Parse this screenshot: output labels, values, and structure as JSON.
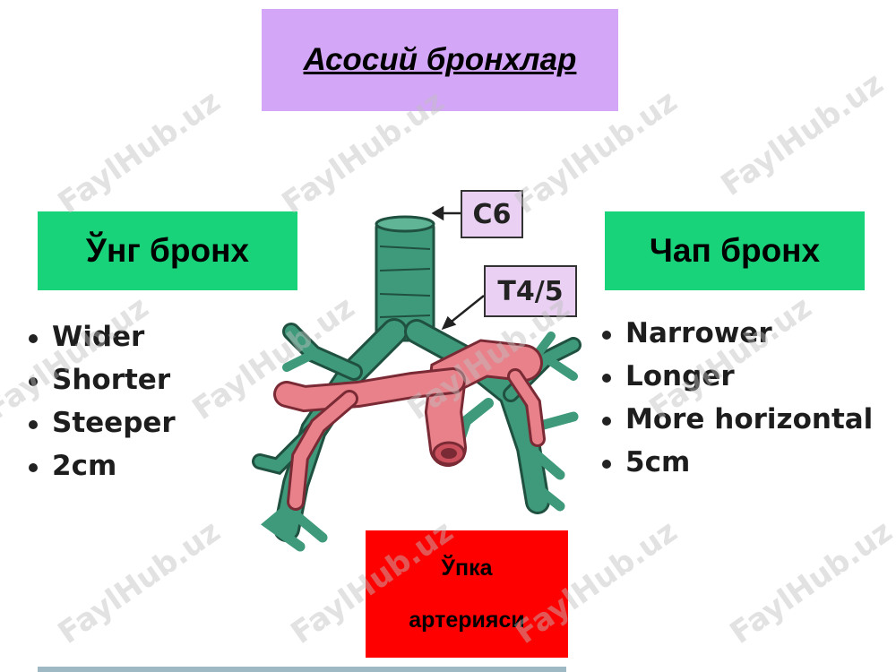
{
  "title": "Асосий бронхлар",
  "right_bronchus": {
    "label": "Ўнг бронх",
    "items": [
      "Wider",
      "Shorter",
      "Steeper",
      "2cm"
    ]
  },
  "left_bronchus": {
    "label": "Чап бронх",
    "items": [
      "Narrower",
      "Longer",
      "More horizontal",
      "5cm"
    ]
  },
  "vertebra_labels": {
    "upper": "C6",
    "lower": "T4/5"
  },
  "pulmonary_artery": {
    "line1": "Ўпка",
    "line2": "артерияси"
  },
  "watermark_text": "FaylHub.uz",
  "colors": {
    "title_bg": "#d3a6f7",
    "bronchus_label_bg": "#19d37a",
    "artery_label_bg": "#ff0000",
    "airway": "#3e9a7a",
    "artery": "#e9818a"
  }
}
